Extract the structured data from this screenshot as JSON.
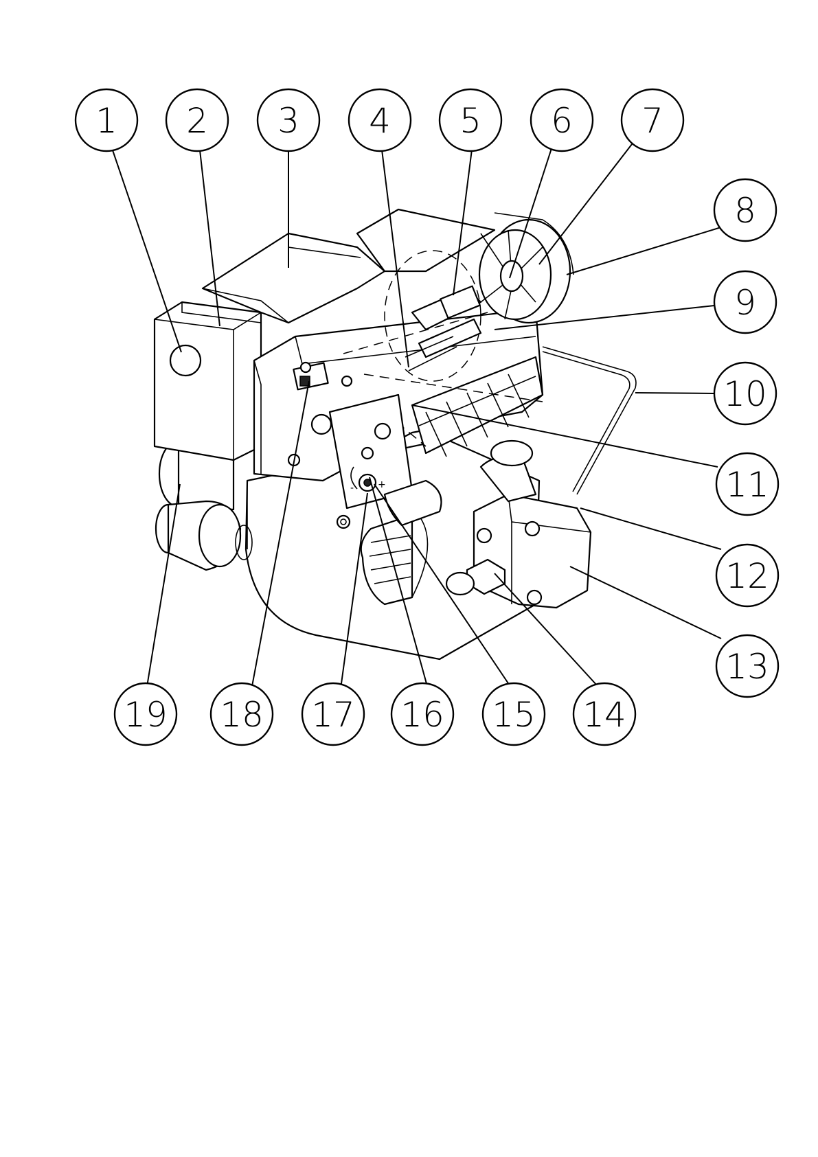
{
  "callouts": [
    {
      "id": 1,
      "label": "1"
    },
    {
      "id": 2,
      "label": "2"
    },
    {
      "id": 3,
      "label": "3"
    },
    {
      "id": 4,
      "label": "4"
    },
    {
      "id": 5,
      "label": "5"
    },
    {
      "id": 6,
      "label": "6"
    },
    {
      "id": 7,
      "label": "7"
    },
    {
      "id": 8,
      "label": "8"
    },
    {
      "id": 9,
      "label": "9"
    },
    {
      "id": 10,
      "label": "10"
    },
    {
      "id": 11,
      "label": "11"
    },
    {
      "id": 12,
      "label": "12"
    },
    {
      "id": 13,
      "label": "13"
    },
    {
      "id": 14,
      "label": "14"
    },
    {
      "id": 15,
      "label": "15"
    },
    {
      "id": 16,
      "label": "16"
    },
    {
      "id": 17,
      "label": "17"
    },
    {
      "id": 18,
      "label": "18"
    },
    {
      "id": 19,
      "label": "19"
    }
  ],
  "dial_marks": {
    "minus": "-",
    "plus": "+"
  }
}
